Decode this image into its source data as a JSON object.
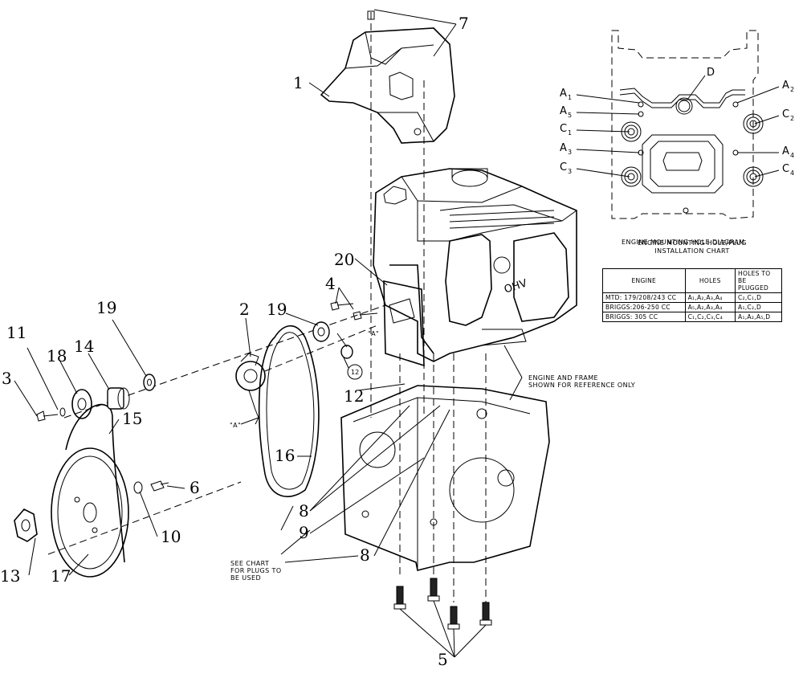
{
  "callouts": {
    "c1": "1",
    "c2": "2",
    "c3": "3",
    "c4": "4",
    "c5": "5",
    "c6": "6",
    "c7": "7",
    "c8a": "8",
    "c8b": "8",
    "c9": "9",
    "c10": "10",
    "c11": "11",
    "c12": "12",
    "c12circle": "12",
    "c13": "13",
    "c14": "14",
    "c15": "15",
    "c16": "16",
    "c17": "17",
    "c18": "18",
    "c19a": "19",
    "c19b": "19",
    "c20": "20"
  },
  "markers": {
    "a_left": "\"A\"",
    "a_right": "\"A\""
  },
  "notes": {
    "engine_frame_1": "ENGINE AND FRAME",
    "engine_frame_2": "SHOWN FOR REFERENCE ONLY",
    "see_chart_1": "SEE CHART",
    "see_chart_2": "FOR PLUGS TO",
    "see_chart_3": "BE USED",
    "engine_logo": "OHV"
  },
  "hole_diagram": {
    "title": "ENGINE MOUNTING HOLE DIAGRAM",
    "labels": {
      "a1": "A",
      "a1s": "1",
      "a2": "A",
      "a2s": "2",
      "a3": "A",
      "a3s": "3",
      "a4": "A",
      "a4s": "4",
      "a5": "A",
      "a5s": "5",
      "c1": "C",
      "c1s": "1",
      "c2": "C",
      "c2s": "2",
      "c3": "C",
      "c3s": "3",
      "c4": "C",
      "c4s": "4",
      "d": "D"
    }
  },
  "install_chart": {
    "title_1": "ENGINE MOUNTING HOLE/PLUG",
    "title_2": "INSTALLATION CHART",
    "headers": [
      "ENGINE",
      "HOLES",
      "HOLES TO BE PLUGGED"
    ],
    "rows": [
      [
        "MTD: 179/208/243 CC",
        "A₁,A₂,A₃,A₄",
        "C₂,C₁,D"
      ],
      [
        "BRIGGS:206-250 CC",
        "A₅,A₂,A₃,A₄",
        "A₁,C₂,D"
      ],
      [
        "BRIGGS: 305 CC",
        "C₁,C₂,C₃,C₄",
        "A₁,A₂,A₅,D"
      ]
    ]
  }
}
